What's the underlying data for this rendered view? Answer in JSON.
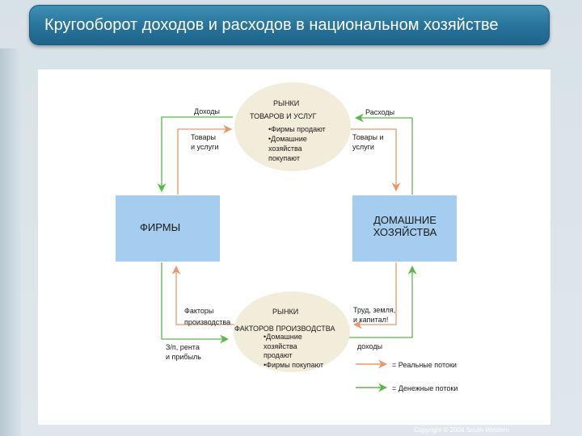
{
  "slide": {
    "title": "Кругооборот доходов и расходов в национальном хозяйстве",
    "copyright": "Copyright © 2004 South-Western"
  },
  "goods_market": {
    "line1": "РЫНКИ",
    "line2": "ТОВАРОВ И УСЛУГ",
    "desc": [
      "•Фирмы продают",
      "•Домашние",
      "хозяйства",
      "покупают"
    ]
  },
  "factor_market": {
    "line1": "РЫНКИ",
    "line2": "ФАКТОРОВ ПРОИЗВОДСТВА",
    "desc": [
      "•Домашние",
      "хозяйства",
      "продают",
      "•Фирмы покупают"
    ]
  },
  "firms": {
    "label": "ФИРМЫ"
  },
  "households": {
    "line1": "ДОМАШНИЕ",
    "line2": "ХОЗЯЙСТВА"
  },
  "flows": {
    "revenue": "Доходы",
    "spending": "Расходы",
    "goods_sold": [
      "Товары",
      "и услуги"
    ],
    "goods_bought": [
      "Товары и",
      "услуги"
    ],
    "factors": [
      "Факторы",
      "производства"
    ],
    "labor": [
      "Труд, земля,",
      "и капитал!"
    ],
    "wages": [
      "З/п, рента",
      "и прибыль"
    ],
    "income": "доходы"
  },
  "legend": {
    "real": "= Реальные потоки",
    "money": "= Денежные потоки"
  },
  "colors": {
    "box": "#a5cdf0",
    "ellipse": "#f2ecda",
    "real_flow": "#e8986a",
    "money_flow": "#5cb849",
    "title_bar": "#2a769e"
  }
}
